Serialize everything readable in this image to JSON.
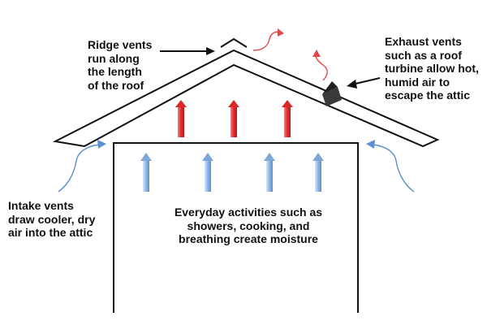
{
  "labels": {
    "ridge_vents": [
      "Ridge vents",
      "run along",
      "the length",
      "of the roof"
    ],
    "exhaust_vents": [
      "Exhaust vents",
      "such as a roof",
      "turbine allow hot,",
      "humid air to",
      "escape the attic"
    ],
    "intake_vents": [
      "Intake vents",
      "draw cooler, dry",
      "air into the attic"
    ],
    "everyday_activities": [
      "Everyday activities such as",
      "showers, cooking, and",
      "breathing create moisture"
    ]
  },
  "colors": {
    "roof_line": "#111111",
    "hot_air": "#e04040",
    "cool_air": "#5b8fd1",
    "cool_air_light": "#b9d2ef",
    "turbine": "#3a3a3a"
  },
  "icons": {
    "hot_air": "up-arrow-red",
    "cool_air": "up-arrow-blue",
    "intake": "curved-arrow-blue",
    "exhaust": "wavy-arrow-red",
    "turbine": "roof-turbine"
  }
}
